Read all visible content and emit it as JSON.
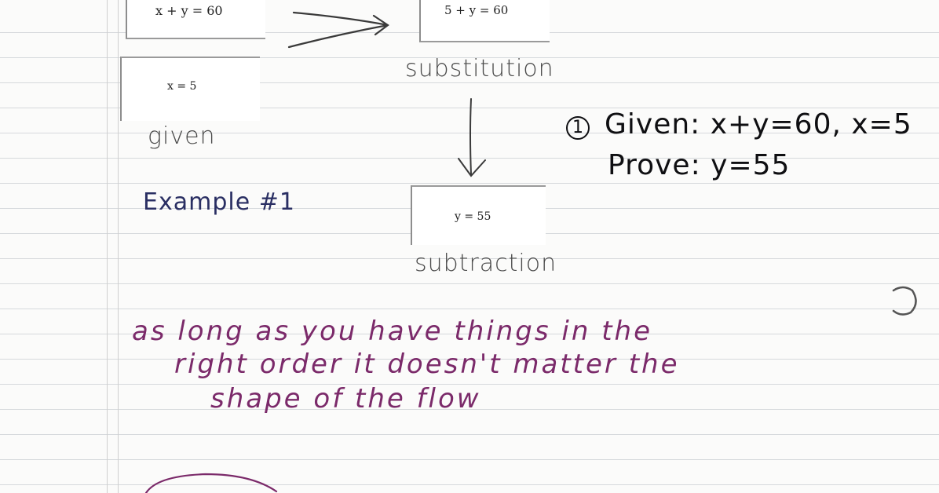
{
  "flowchart": {
    "box_given_top": "x + y = 60",
    "box_given": "x = 5",
    "label_given": "given",
    "box_substitution": "5 + y = 60",
    "label_substitution": "substitution",
    "box_result": "y = 55",
    "label_subtraction": "subtraction",
    "title": "Example #1"
  },
  "problem": {
    "number": "1",
    "given": "Given: x+y=60, x=5",
    "prove": "Prove: y=55"
  },
  "note": {
    "line1": "as long as you have things in the",
    "line2": "right order it doesn't matter the",
    "line3": "shape of the flow"
  },
  "colors": {
    "pencil": "#4a4a4a",
    "navy_ink": "#2a2f63",
    "black_ink": "#0f0f12",
    "purple_ink": "#7b2a6a"
  }
}
